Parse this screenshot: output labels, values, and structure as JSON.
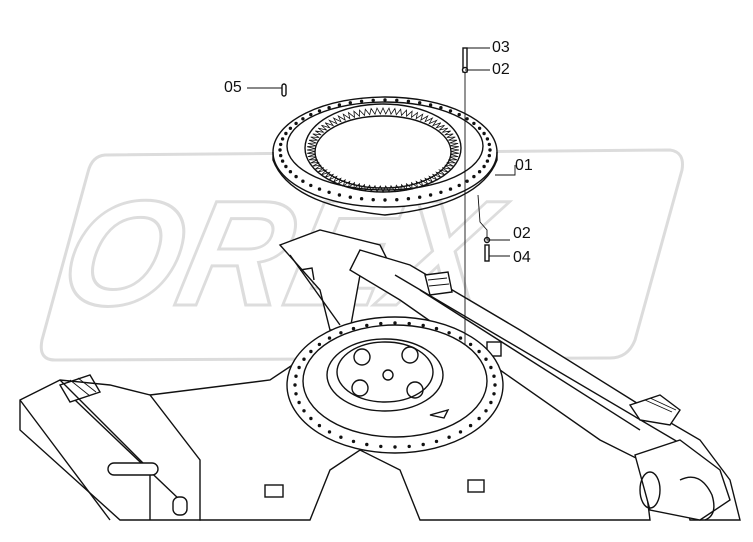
{
  "watermark": {
    "text": "OREX",
    "color": "#e8e8e8"
  },
  "labels": {
    "p01": "01",
    "p02_top": "02",
    "p02_bottom": "02",
    "p03": "03",
    "p04": "04",
    "p05": "05"
  },
  "colors": {
    "line": "#111111",
    "background": "#ffffff"
  }
}
